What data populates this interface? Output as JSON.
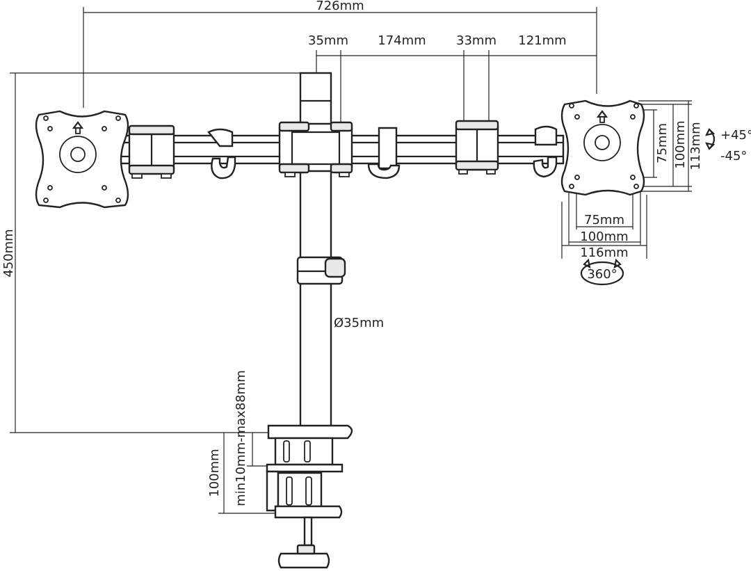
{
  "diagram": {
    "dimensions": {
      "total_width": "726mm",
      "seg_1": "35mm",
      "seg_2": "174mm",
      "seg_3": "33mm",
      "seg_4": "121mm",
      "height": "450mm",
      "pole_diameter": "Ø35mm",
      "clamp_range": "min10mm-max88mm",
      "clamp_height": "100mm",
      "vesa_v_75": "75mm",
      "vesa_v_100": "100mm",
      "vesa_v_113": "113mm",
      "vesa_h_75": "75mm",
      "vesa_h_100": "100mm",
      "vesa_h_116": "116mm",
      "tilt_up": "+45°",
      "tilt_down": "-45°",
      "rotation": "360°"
    }
  }
}
